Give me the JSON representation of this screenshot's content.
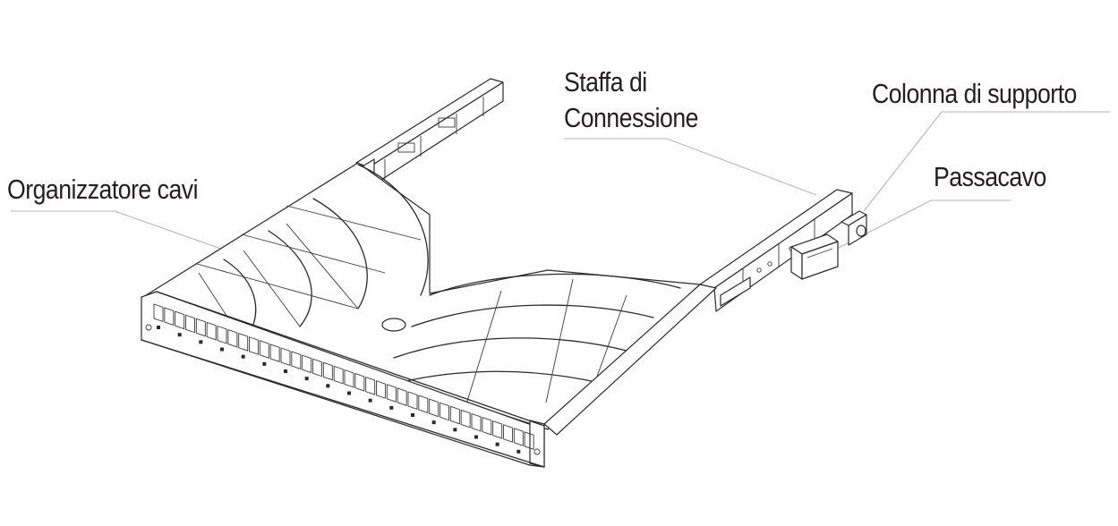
{
  "labels": {
    "organizzatore": "Organizzatore cavi",
    "staffa_line1": "Staffa di",
    "staffa_line2": "Connessione",
    "colonna": "Colonna di supporto",
    "passacavo": "Passacavo"
  },
  "colors": {
    "ink": "#231f20",
    "leader": "#b5b5b5",
    "background": "#ffffff"
  }
}
